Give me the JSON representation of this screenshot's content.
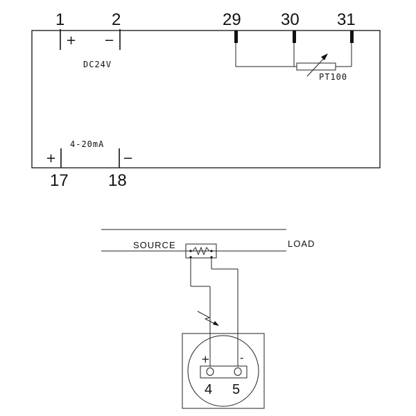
{
  "top_block": {
    "terminals": {
      "t1": "1",
      "t2": "2",
      "t29": "29",
      "t30": "30",
      "t31": "31",
      "t17": "17",
      "t18": "18"
    },
    "polarity": {
      "t1": "+",
      "t2": "−",
      "t17": "+",
      "t18": "−"
    },
    "power_label": "DC24V",
    "output_label": "4-20mA",
    "rtd_label": "PT100"
  },
  "bottom_block": {
    "source_label": "SOURCE",
    "load_label": "LOAD",
    "plus_sign": "+",
    "minus_sign": "-",
    "terminal_left": "4",
    "terminal_right": "5"
  }
}
